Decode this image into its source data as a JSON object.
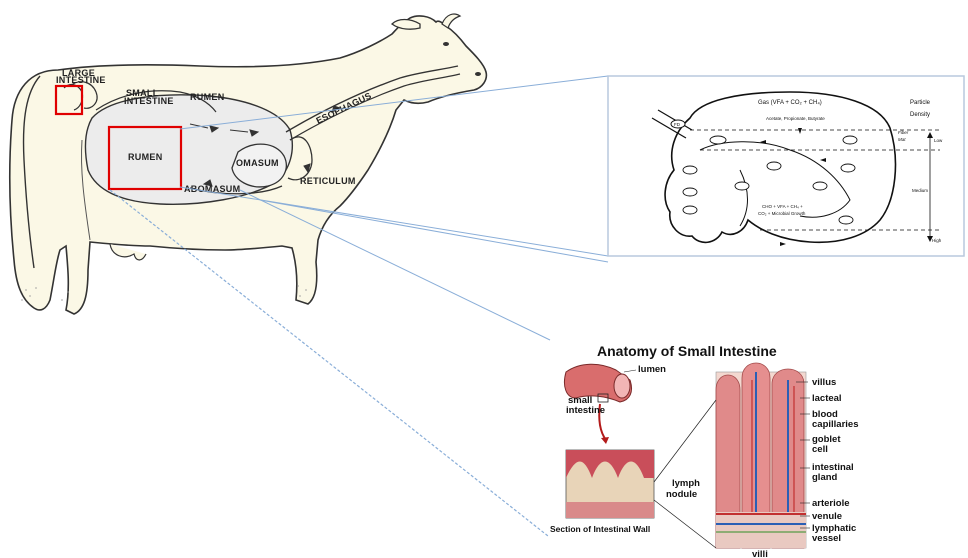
{
  "cow": {
    "labels": {
      "large_intestine_1": "LARGE",
      "large_intestine_2": "INTESTINE",
      "small_intestine_1": "SMALL",
      "small_intestine_2": "INTESTINE",
      "rumen_upper": "RUMEN",
      "rumen_lower": "RUMEN",
      "omasum": "OMASUM",
      "abomasum": "ABOMASUM",
      "reticulum": "RETICULUM",
      "esophagus": "ESOPHAGUS"
    },
    "highlight_color": "#e00000",
    "body_color": "#fbf8e6"
  },
  "rumen_model": {
    "gas_label": "Gas (VFA + CO₂ + CH₄)",
    "gas_sub": "Acetate, Propionate, Butyrate",
    "particle_density_1": "Particle",
    "particle_density_2": "Density",
    "fiber_mat_1": "Fiber",
    "fiber_mat_2": "Mat",
    "low": "Low",
    "medium": "Medium",
    "high": "High",
    "fermentation_1": "CHO + VFA + CH₄ +",
    "fermentation_2": "CO₂ + Microbial Growth",
    "input": "FD"
  },
  "intestine": {
    "title": "Anatomy of Small Intestine",
    "labels": {
      "lumen": "lumen",
      "small_intestine_1": "small",
      "small_intestine_2": "intestine",
      "villus": "villus",
      "lacteal": "lacteal",
      "blood_capillaries_1": "blood",
      "blood_capillaries_2": "capillaries",
      "goblet_cell_1": "goblet",
      "goblet_cell_2": "cell",
      "intestinal_gland_1": "intestinal",
      "intestinal_gland_2": "gland",
      "lymph_nodule_1": "lymph",
      "lymph_nodule_2": "nodule",
      "arteriole": "arteriole",
      "venule": "venule",
      "lymphatic_vessel_1": "lymphatic",
      "lymphatic_vessel_2": "vessel",
      "section_caption": "Section of Intestinal Wall",
      "villi": "villi"
    }
  }
}
